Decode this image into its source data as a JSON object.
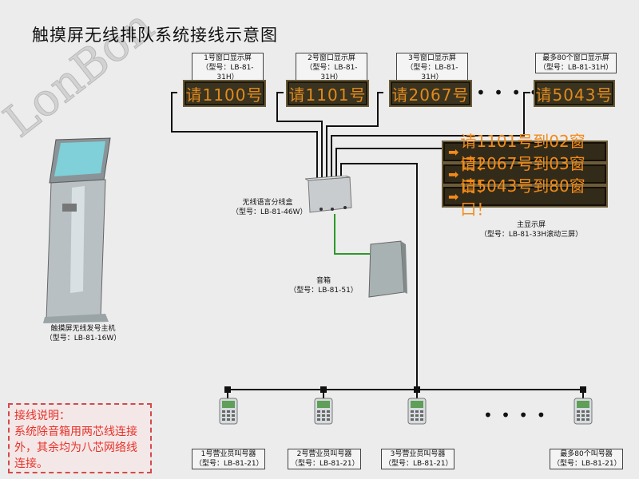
{
  "title": "触摸屏无线排队系统接线示意图",
  "watermark": "LonBon",
  "window_displays": [
    {
      "label": "1号窗口显示屏",
      "model": "（型号：LB-81-31H）",
      "text": "请1100号"
    },
    {
      "label": "2号窗口显示屏",
      "model": "（型号：LB-81-31H）",
      "text": "请1101号"
    },
    {
      "label": "3号窗口显示屏",
      "model": "（型号：LB-81-31H）",
      "text": "请2067号"
    },
    {
      "label": "最多80个窗口显示屏",
      "model": "（型号：LB-81-31H）",
      "text": "请5043号"
    }
  ],
  "dots_top": "• • • •",
  "main_display": {
    "rows": [
      "请1101号到02窗口！",
      "请2067号到03窗口！",
      "请5043号到80窗口！"
    ],
    "label": "主显示屏",
    "model": "（型号：LB-81-33H滚动三屏）"
  },
  "junction_box": {
    "label": "无线语言分线盒",
    "model": "（型号：LB-81-46W）"
  },
  "speaker": {
    "label": "音箱",
    "model": "（型号：LB-81-51）"
  },
  "kiosk": {
    "label": "触摸屏无线发号主机",
    "model": "（型号：LB-81-16W）"
  },
  "callers": [
    {
      "label": "1号营业员叫号器",
      "model": "（型号：LB-81-21）"
    },
    {
      "label": "2号营业员叫号器",
      "model": "（型号：LB-81-21）"
    },
    {
      "label": "3号营业员叫号器",
      "model": "（型号：LB-81-21）"
    },
    {
      "label": "最多80个叫号器",
      "model": "（型号：LB-81-21）"
    }
  ],
  "dots_bottom": "• • • •",
  "note": {
    "heading": "接线说明：",
    "body": "系统除音箱用两芯线连接外，其余均为八芯网络线连接。"
  },
  "colors": {
    "led": "#e08a1c",
    "wire": "#111111",
    "speaker_wire": "#2a9a2a",
    "note": "#e8322a"
  }
}
